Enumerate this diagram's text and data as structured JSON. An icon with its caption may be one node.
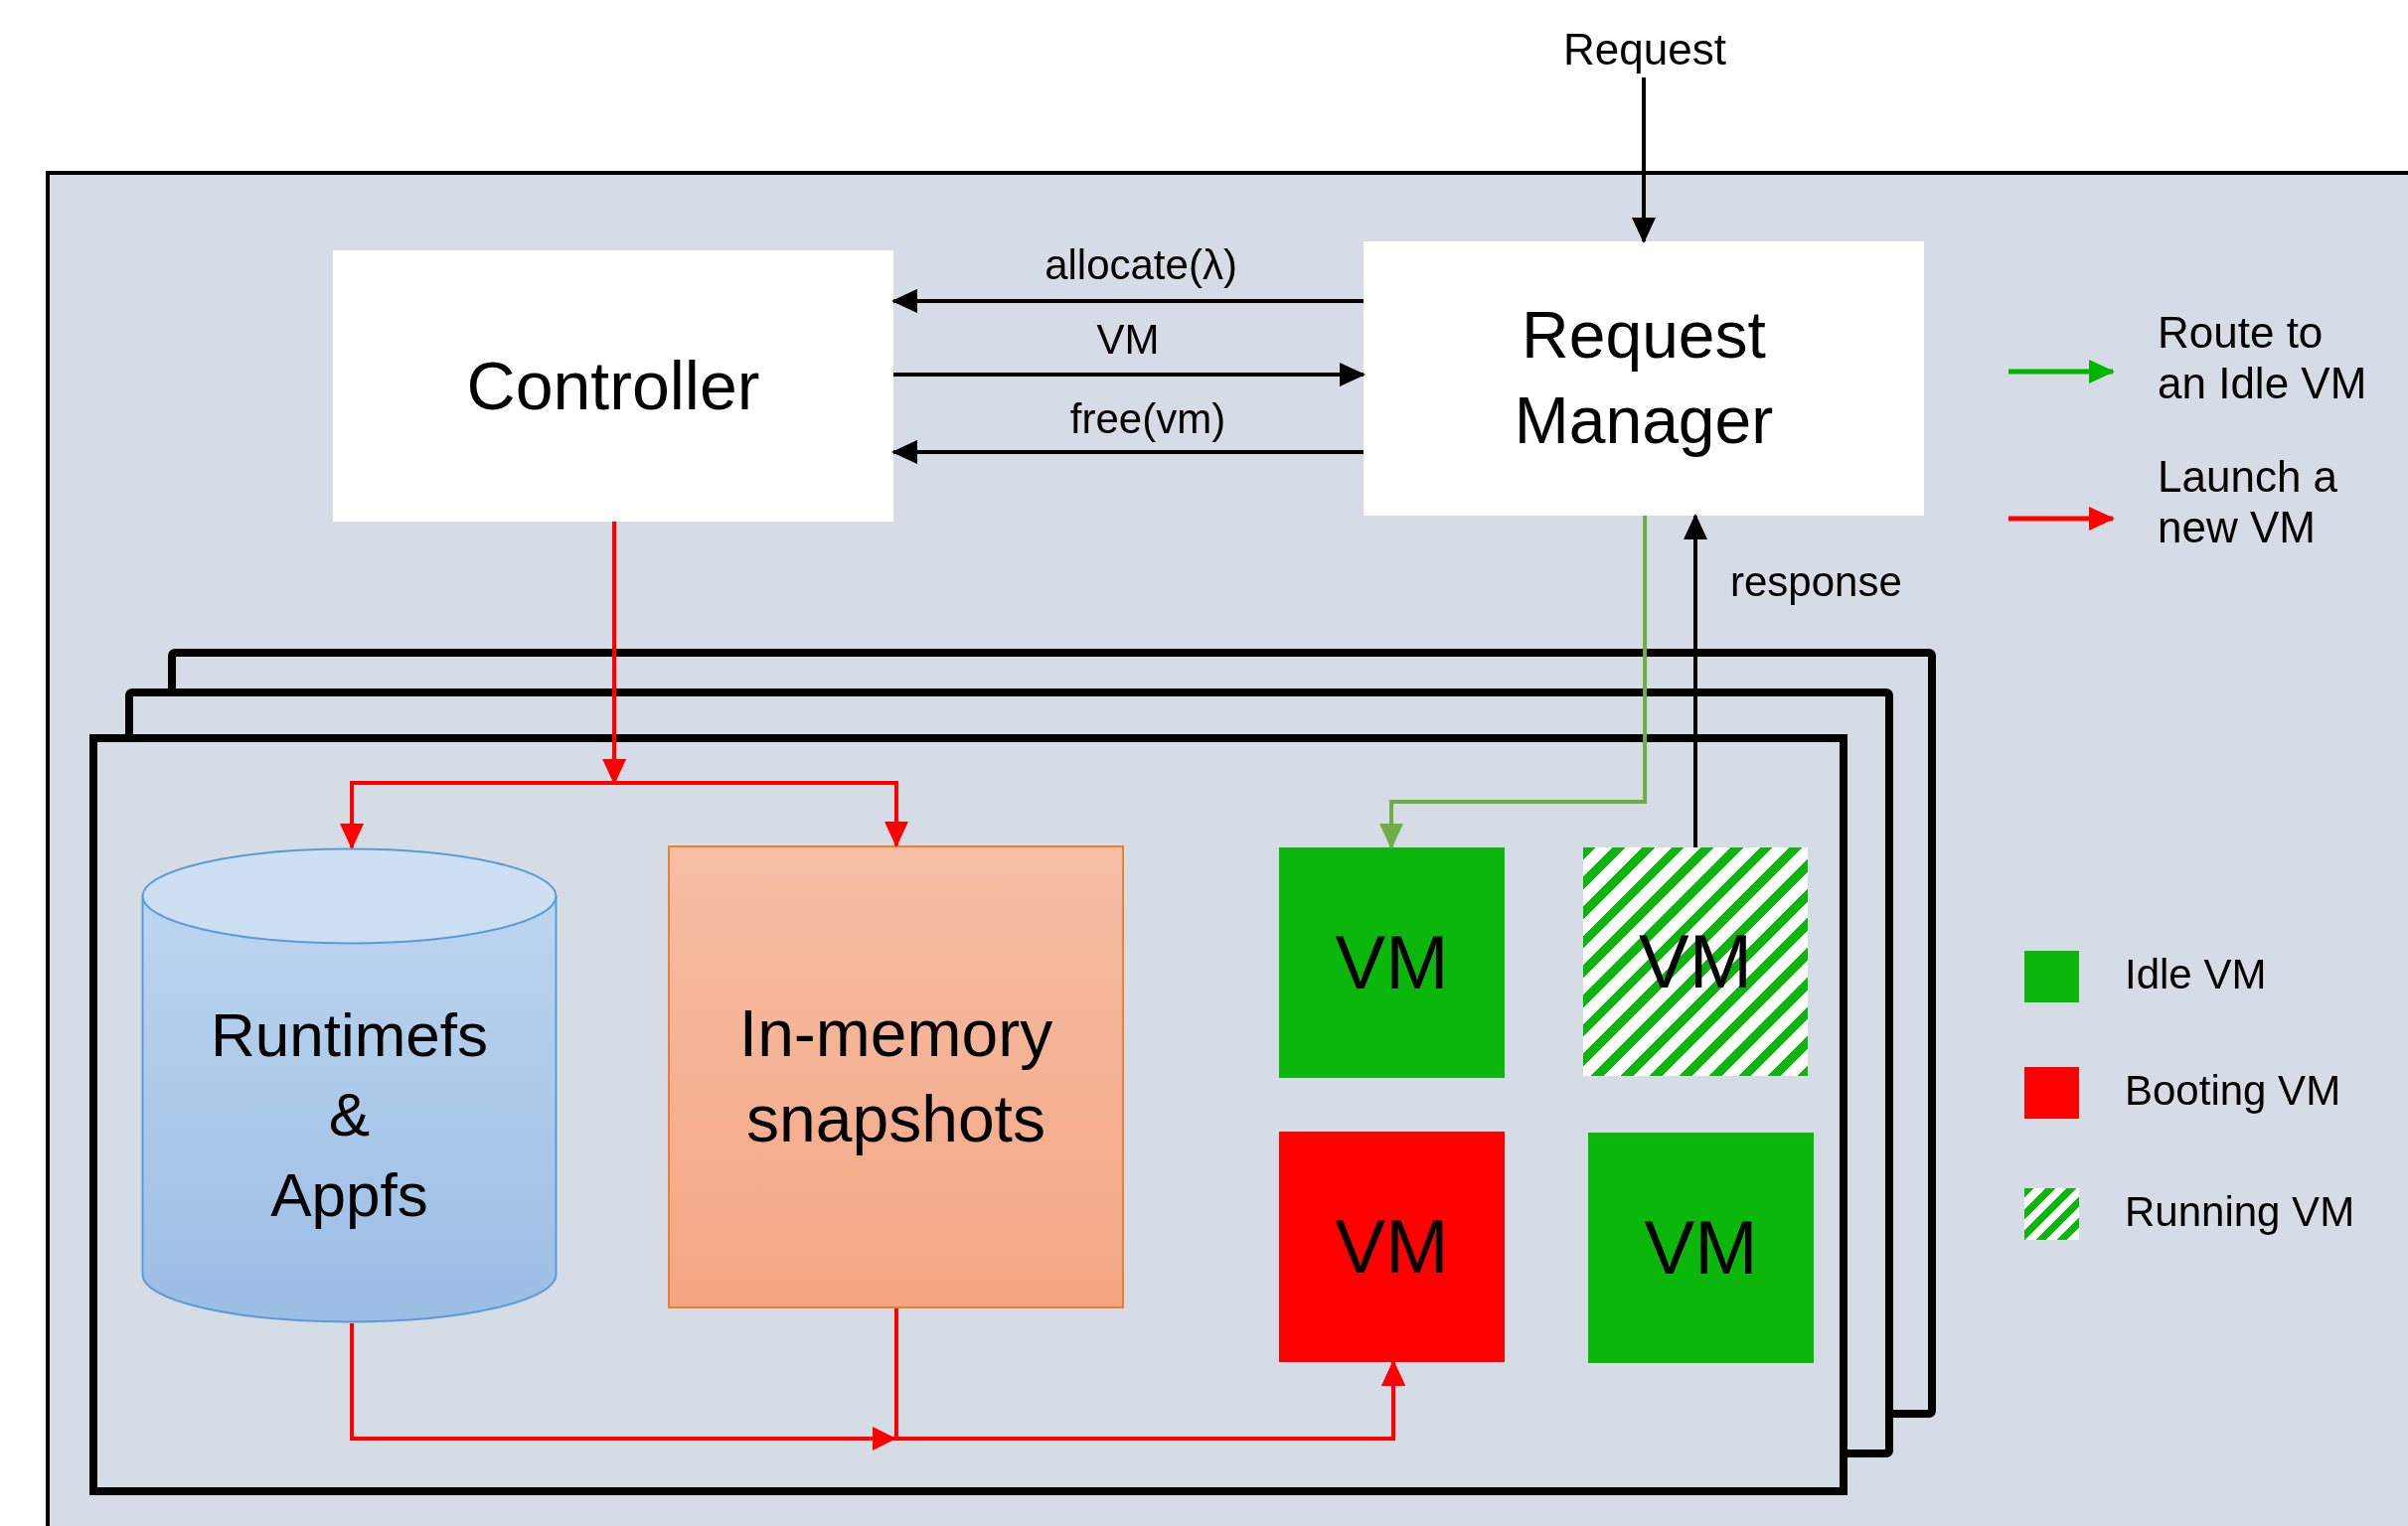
{
  "diagram": {
    "nodes": [
      {
        "text": [
          "Request"
        ]
      },
      {
        "text": [],
        "shape": "box"
      },
      {
        "text": [
          "Controller"
        ],
        "in": 1
      },
      {
        "text": [
          "Request Manager"
        ],
        "in": 1
      },
      {
        "text": [],
        "shape": "box",
        "in": 1
      },
      {
        "text": [
          "Runtimefs & Appfs"
        ],
        "in": 4
      },
      {
        "text": [
          "In-memory snapshots"
        ],
        "in": 4
      },
      {
        "text": [
          "VM"
        ],
        "in": 4
      },
      {
        "text": [
          "VM"
        ],
        "in": 4
      },
      {
        "text": [
          "VM"
        ],
        "in": 4
      },
      {
        "text": [
          "VM"
        ],
        "in": 4
      }
    ],
    "edges": [
      {
        "from": 0,
        "to": 3,
        "arrow": "to"
      },
      {
        "from": 3,
        "to": 2,
        "arrow": "to",
        "label": "allocate(λ)"
      },
      {
        "from": 2,
        "to": 3,
        "arrow": "to",
        "label": "VM"
      },
      {
        "from": 3,
        "to": 2,
        "arrow": "to",
        "label": "free(vm)"
      },
      {
        "from": 2,
        "to": 5,
        "arrow": "to",
        "color": "#ff0000"
      },
      {
        "from": 2,
        "to": 6,
        "arrow": "to",
        "color": "#ff0000"
      },
      {
        "from": 3,
        "to": 7,
        "arrow": "to",
        "color": "#70ad47"
      },
      {
        "from": 8,
        "to": 3,
        "arrow": "to",
        "label": "response"
      },
      {
        "from": 5,
        "to": 9,
        "arrow": "to",
        "color": "#ff0000"
      },
      {
        "from": 6,
        "to": 9,
        "arrow": "to",
        "color": "#ff0000"
      }
    ],
    "legend": [
      {
        "text": "Route to an Idle VM"
      },
      {
        "text": "Launch a new VM"
      },
      {
        "text": "Idle VM",
        "color": "#0cb70c"
      },
      {
        "text": "Booting VM",
        "color": "#ff0000"
      },
      {
        "text": "Running VM"
      }
    ]
  }
}
